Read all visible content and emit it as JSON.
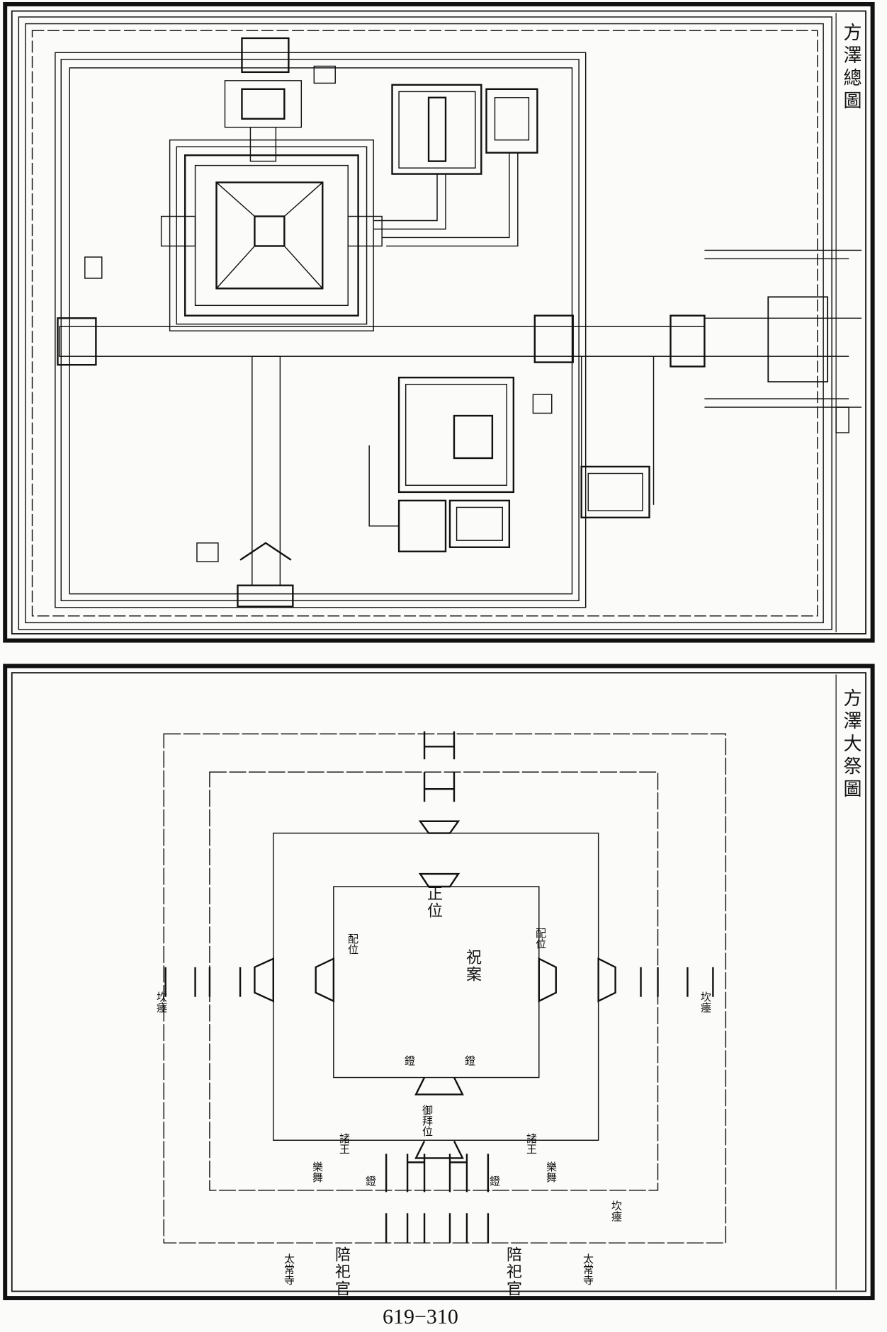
{
  "top_diagram": {
    "title": "方澤總圖"
  },
  "bottom_diagram": {
    "title": "方澤大祭圖",
    "labels": {
      "main_position": "正位",
      "prayer_table": "祝案",
      "associated_position_left": "配位",
      "associated_position_right": "配位",
      "lamp_1": "鐙",
      "lamp_2": "鐙",
      "lamp_3": "鐙",
      "lamp_4": "鐙",
      "princes_left": "諸王",
      "princes_right": "諸王",
      "music_dance_left": "樂舞",
      "music_dance_right": "樂舞",
      "attending_officials_left": "陪祀官",
      "attending_officials_right": "陪祀官",
      "burial_pit_left": "坎瘞",
      "burial_pit_right": "坎瘞",
      "burial_pit_bottom": "坎瘞",
      "imperial_position": "御拜位",
      "ministry_of_rites_left": "太常寺",
      "ministry_of_rites_right": "太常寺"
    }
  },
  "page_number": "619−310"
}
